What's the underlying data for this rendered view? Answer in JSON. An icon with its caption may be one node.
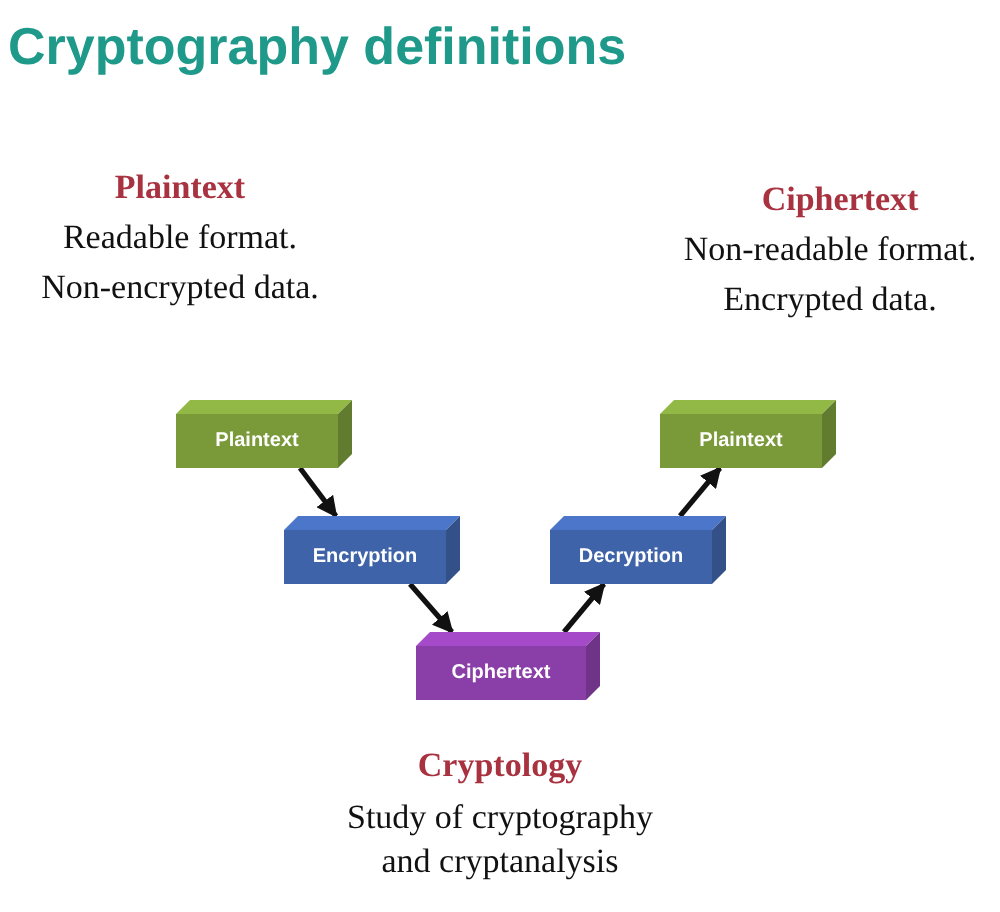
{
  "diagram": {
    "title": "Cryptography definitions",
    "nodes": [
      {
        "text": [
          "Plaintext"
        ]
      },
      {
        "text": [
          "Encryption"
        ]
      },
      {
        "text": [
          "Ciphertext"
        ]
      },
      {
        "text": [
          "Decryption"
        ]
      },
      {
        "text": [
          "Plaintext"
        ]
      }
    ],
    "edges": [
      {
        "from": 0,
        "to": 1,
        "arrow": "to"
      },
      {
        "from": 1,
        "to": 2,
        "arrow": "to"
      },
      {
        "from": 2,
        "to": 3,
        "arrow": "to"
      },
      {
        "from": 3,
        "to": 4,
        "arrow": "to"
      }
    ],
    "labels": [
      "Plaintext",
      "Readable format.",
      "Non-encrypted data.",
      "Ciphertext",
      "Non-readable format.",
      "Encrypted data.",
      "Cryptology",
      "Study of cryptography and cryptanalysis"
    ]
  }
}
